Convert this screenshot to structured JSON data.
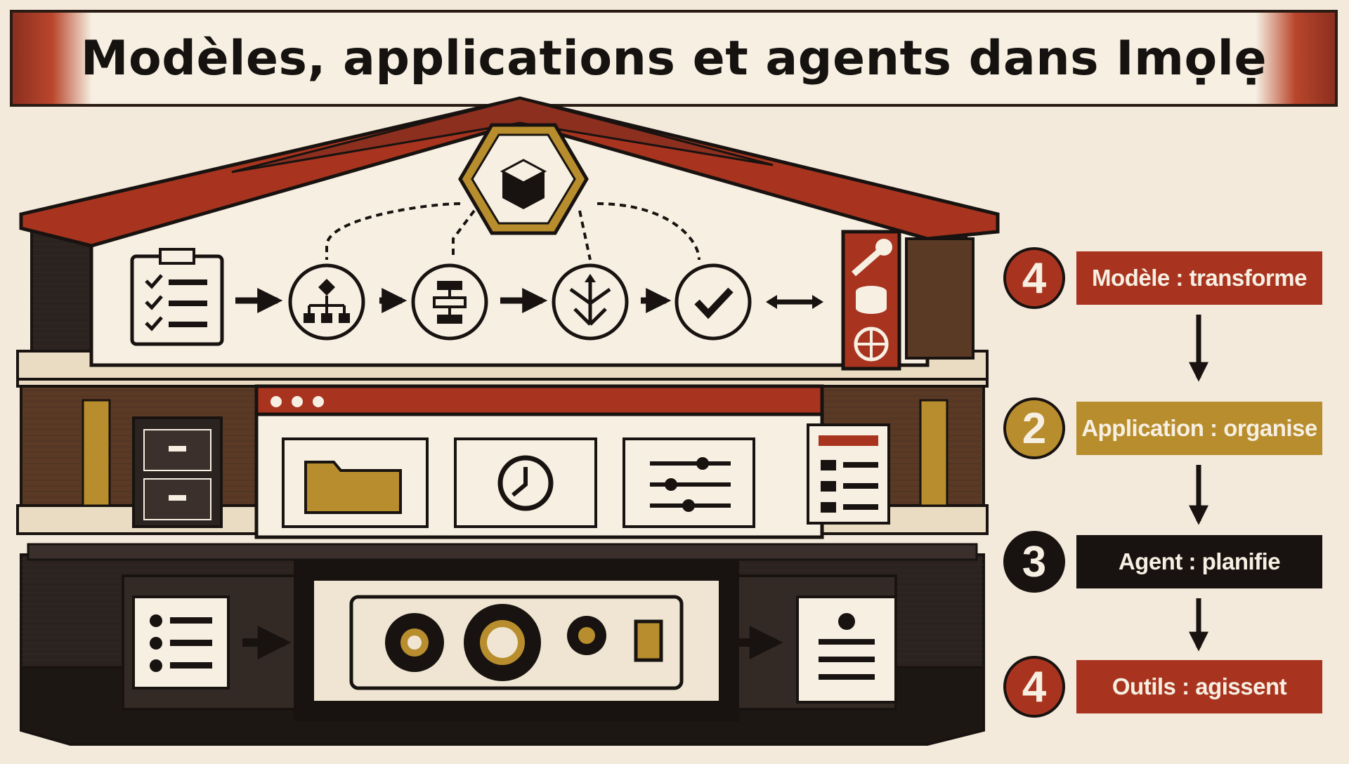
{
  "title": "Modèles, applications et agents dans Imọlẹ",
  "colors": {
    "background": "#f3eadb",
    "red": "#a8341f",
    "gold": "#b88d2d",
    "black": "#181310",
    "cream": "#f6efe2"
  },
  "layers": [
    {
      "level": "top",
      "icons": [
        "clipboard-checklist-icon",
        "hierarchy-icon",
        "flowchart-icon",
        "branching-arrows-icon",
        "checkmark-icon",
        "double-arrow-icon",
        "wrench-icon",
        "database-icon",
        "globe-icon",
        "cube-icon"
      ]
    },
    {
      "level": "middle",
      "icons": [
        "filing-cabinet-icon",
        "folder-icon",
        "clock-icon",
        "sliders-icon",
        "document-list-icon"
      ]
    },
    {
      "level": "bottom",
      "icons": [
        "list-icon",
        "gears-icon",
        "profile-document-icon"
      ]
    }
  ],
  "steps": [
    {
      "number": "4",
      "label": "Modèle : transforme",
      "color": "#a8341f"
    },
    {
      "number": "2",
      "label": "Application : organise",
      "color": "#b88d2d"
    },
    {
      "number": "3",
      "label": "Agent : planifie",
      "color": "#181310"
    },
    {
      "number": "4",
      "label": "Outils : agissent",
      "color": "#a8341f"
    }
  ]
}
